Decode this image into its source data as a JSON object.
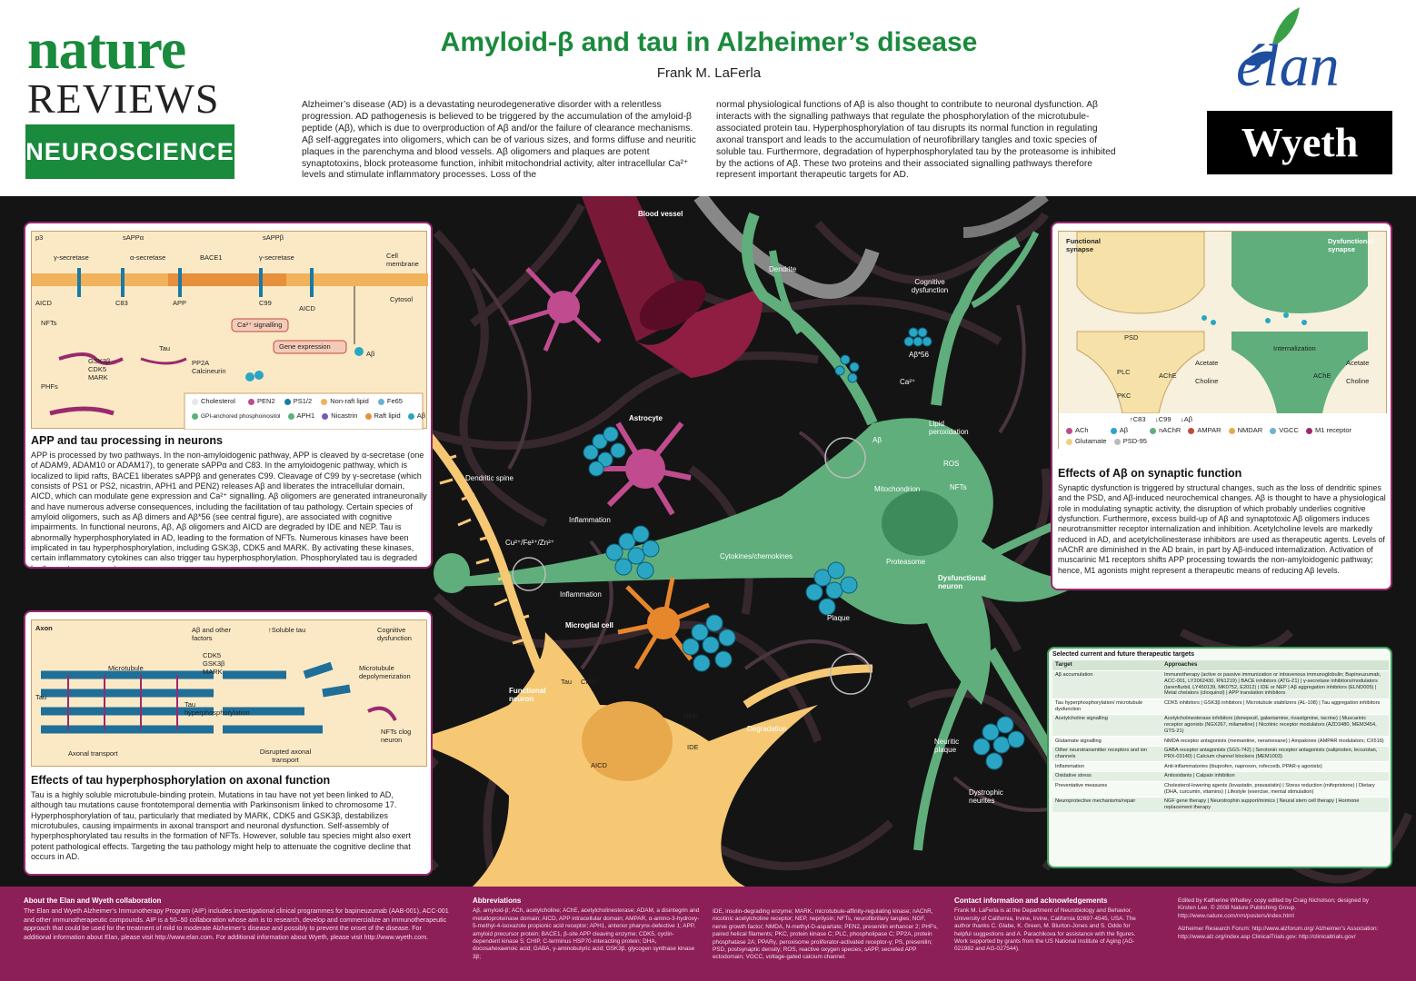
{
  "header": {
    "logo_nature": "nature",
    "logo_reviews": "REVIEWS",
    "logo_neuroscience": "NEUROSCIENCE",
    "title": "Amyloid-β and tau in Alzheimer’s disease",
    "author": "Frank M. LaFerla",
    "intro_col1": "Alzheimer’s disease (AD) is a devastating neurodegenerative disorder with a relentless progression. AD pathogenesis is believed to be triggered by the accumulation of the amyloid-β peptide (Aβ), which is due to overproduction of Aβ and/or the failure of clearance mechanisms. Aβ self-aggregates into oligomers, which can be of various sizes, and forms diffuse and neuritic plaques in the parenchyma and blood vessels. Aβ oligomers and plaques are potent synaptotoxins, block proteasome function, inhibit mitochondrial activity, alter intracellular Ca²⁺ levels and stimulate inflammatory processes. Loss of the",
    "intro_col2": "normal physiological functions of Aβ is also thought to contribute to neuronal dysfunction. Aβ interacts with the signalling pathways that regulate the phosphorylation of the microtubule-associated protein tau. Hyperphosphorylation of tau disrupts its normal function in regulating axonal transport and leads to the accumulation of neurofibrillary tangles and toxic species of soluble tau. Furthermore, degradation of hyperphosphorylated tau by the proteasome is inhibited by the actions of Aβ. These two proteins and their associated signalling pathways therefore represent important therapeutic targets for AD.",
    "logo_elan": "élan",
    "logo_wyeth": "Wyeth"
  },
  "colors": {
    "nature_green": "#1a8a3c",
    "panel_border": "#9a2a6e",
    "footer_bg": "#8c1f57",
    "neuron_green": "#5fae7c",
    "neuron_yellow": "#f6c874",
    "abeta_cyan": "#2aa6c4",
    "dark_bg": "#141414"
  },
  "scene": {
    "blood_vessel": "Blood vessel",
    "dendrite": "Dendrite",
    "cognitive_dysfunction": "Cognitive dysfunction",
    "abeta56": "Aβ*56",
    "ca": "Ca²⁺",
    "lipid_peroxidation": "Lipid peroxidation",
    "abeta": "Aβ",
    "ros": "ROS",
    "mitochondrion": "Mitochondrion",
    "nfts": "NFTs",
    "proteasome": "Proteasome",
    "dysfunctional_neuron": "Dysfunctional neuron",
    "plaque": "Plaque",
    "astrocyte": "Astrocyte",
    "inflammation1": "Inflammation",
    "inflammation2": "Inflammation",
    "dendritic_spine": "Dendritic spine",
    "metals": "Cu²⁺/Fe³⁺/Zn²⁺",
    "cytokines": "Cytokines/chemokines",
    "microglial_cell": "Microglial cell",
    "functional_neuron": "Functional neuron",
    "tau": "Tau",
    "chip": "CHIP",
    "nep": "NEP",
    "degradation": "Degradation",
    "ide": "IDE",
    "aicd": "AICD",
    "neuritic_plaque": "Neuritic plaque",
    "dystrophic_neurites": "Dystrophic neurites"
  },
  "panel_app": {
    "labels": {
      "p3": "p3",
      "sappa": "sAPPα",
      "sappb": "sAPPβ",
      "gamma1": "γ-secretase",
      "alpha": "α-secretase",
      "bace1": "BACE1",
      "gamma2": "γ-secretase",
      "cell_membrane": "Cell membrane",
      "aicd1": "AICD",
      "c83": "C83",
      "app": "APP",
      "c99": "C99",
      "aicd2": "AICD",
      "cytosol": "Cytosol",
      "ca_signalling": "Ca²⁺ signalling",
      "gene_expression": "Gene expression",
      "nfts": "NFTs",
      "tau": "Tau",
      "kinases": "GSK3β\nCDK5\nMARK",
      "pp2a": "PP2A\nCalcineurin",
      "phfs": "PHFs",
      "abeta": "Aβ"
    },
    "legend": [
      "Cholesterol",
      "PEN2",
      "PS1/2",
      "Non-raft lipid",
      "Fe65",
      "GPI-anchored phosphoinositol",
      "APH1",
      "Nicastrin",
      "Raft lipid",
      "Aβ"
    ],
    "title": "APP and tau processing in neurons",
    "text": "APP is processed by two pathways. In the non-amyloidogenic pathway, APP is cleaved by α-secretase (one of ADAM9, ADAM10 or ADAM17), to generate sAPPα and C83. In the amyloidogenic pathway, which is localized to lipid rafts, BACE1 liberates sAPPβ and generates C99. Cleavage of C99 by γ-secretase (which consists of PS1 or PS2, nicastrin, APH1 and PEN2) releases Aβ and liberates the intracellular domain, AICD, which can modulate gene expression and Ca²⁺ signalling. Aβ oligomers are generated intraneuronally and have numerous adverse consequences, including the facilitation of tau pathology. Certain species of amyloid oligomers, such as Aβ dimers and Aβ*56 (see central figure), are associated with cognitive impairments. In functional neurons, Aβ, Aβ oligomers and AICD are degraded by IDE and NEP. Tau is abnormally hyperphosphorylated in AD, leading to the formation of NFTs. Numerous kinases have been implicated in tau hyperphosphorylation, including GSK3β, CDK5 and MARK. By activating these kinases, certain inflammatory cytokines can also trigger tau hyperphosphorylation. Phosphorylated tau is degraded by the proteasome system."
  },
  "panel_tau": {
    "labels": {
      "axon": "Axon",
      "abeta_factors": "Aβ and other factors",
      "kinases": "CDK5\nGSK3β\nMARK",
      "soluble_tau": "↑Soluble tau",
      "cognitive": "Cognitive dysfunction",
      "microtubule": "Microtubule",
      "depolym": "Microtubule depolymerization",
      "tau": "Tau",
      "tau_hyper": "Tau hyperphosphorylation",
      "nfts_clog": "NFTs clog neuron",
      "axonal_transport": "Axonal transport",
      "disrupted": "Disrupted axonal transport"
    },
    "title": "Effects of tau hyperphosphorylation on axonal function",
    "text": "Tau is a highly soluble microtubule-binding protein. Mutations in tau have not yet been linked to AD, although tau mutations cause frontotemporal dementia with Parkinsonism linked to chromosome 17. Hyperphosphorylation of tau, particularly that mediated by MARK, CDK5 and GSK3β, destabilizes microtubules, causing impairments in axonal transport and neuronal dysfunction. Self-assembly of hyperphosphorylated tau results in the formation of NFTs. However, soluble tau species might also exert potent pathological effects. Targeting the tau pathology might help to attenuate the cognitive decline that occurs in AD."
  },
  "panel_synapse": {
    "labels": {
      "functional": "Functional synapse",
      "dysfunctional": "Dysfunctional synapse",
      "psd": "PSD",
      "internalization": "Internalization",
      "plc": "PLC",
      "pkc": "PKC",
      "ache1": "AChE",
      "acetate1": "Acetate",
      "choline1": "Choline",
      "ache2": "AChE",
      "acetate2": "Acetate",
      "choline2": "Choline",
      "c83": "↑C83",
      "c99": "↓C99",
      "ab": "↓Aβ"
    },
    "legend": [
      "ACh",
      "Aβ",
      "nAChR",
      "AMPAR",
      "NMDAR",
      "VGCC",
      "M1 receptor",
      "Glutamate",
      "PSD-95"
    ],
    "title": "Effects of Aβ on synaptic function",
    "text": "Synaptic dysfunction is triggered by structural changes, such as the loss of dendritic spines and the PSD, and Aβ-induced neurochemical changes. Aβ is thought to have a physiological role in modulating synaptic activity, the disruption of which probably underlies cognitive dysfunction. Furthermore, excess build-up of Aβ and synaptotoxic Aβ oligomers induces neurotransmitter receptor internalization and inhibition. Acetylcholine levels are markedly reduced in AD, and acetylcholinesterase inhibitors are used as therapeutic agents. Levels of nAChR are diminished in the AD brain, in part by Aβ-induced internalization. Activation of muscarinic M1 receptors shifts APP processing towards the non-amyloidogenic pathway; hence, M1 agonists might represent a therapeutic means of reducing Aβ levels."
  },
  "targets_table": {
    "title": "Selected current and future therapeutic targets",
    "headers": [
      "Target",
      "Approaches"
    ],
    "rows": [
      [
        "Aβ accumulation",
        "Immunotherapy (active or passive immunization or intravenous immunoglobulin; Bapineuzumab, ACC-001, LY2062430, RN1219) | BACE inhibitors (ATG-Z1) | γ-secretase inhibitors/modulators (tarenflurbil, LY450139, MK0752, E2012) | IDE or NEP | Aβ aggregation inhibitors (ELND005) | Metal chelators (clioquinol) | APP translation inhibitors"
      ],
      [
        "Tau hyperphosphorylation/ microtubule dysfunction",
        "CDK5 inhibitors | GSK3β inhibitors | Microtubule stabilizers (AL-108) | Tau aggregation inhibitors"
      ],
      [
        "Acetylcholine signalling",
        "Acetylcholinesterase inhibitors (donepezil, galantamine, rivastigmine, tacrine) | Muscarinic receptor agonists (NGX267, milameline) | Nicotinic receptor modulators (AZD3480, MEM3454, GTS-21)"
      ],
      [
        "Glutamate signalling",
        "NMDA receptor antagonists (memantine, neramexane) | Ampakines (AMPAR modulators; CX516)"
      ],
      [
        "Other neurotransmitter receptors and ion channels",
        "GABA receptor antagonists (SGS-742) | Serotonin receptor antagonists (xaliproden, lecozotan, PRX-03140) | Calcium channel blockers (MEM1003)"
      ],
      [
        "Inflammation",
        "Anti-inflammatories (ibuprofen, naproxen, rofecoxib, PPAR-γ agonists)"
      ],
      [
        "Oxidative stress",
        "Antioxidants | Calpain inhibition"
      ],
      [
        "Preventative measures",
        "Cholesterol-lowering agents (lovastatin, pravastatin) | Stress reduction (mifepristone) | Dietary (DHA, curcumin, vitamins) | Lifestyle (exercise, mental stimulation)"
      ],
      [
        "Neuroprotective mechanisms/repair",
        "NGF gene therapy | Neurotrophin support/mimics | Neural stem cell therapy | Hormone replacement therapy"
      ]
    ]
  },
  "footer": {
    "about_title": "About the Elan and Wyeth collaboration",
    "about_text": "The Elan and Wyeth Alzheimer’s Immunotherapy Program (AIP) includes investigational clinical programmes for bapineuzumab (AAB-001), ACC-001 and other immunotherapeutic compounds. AIP is a 50–50 collaboration whose aim is to research, develop and commercialize an immunotherapeutic approach that could be used for the treatment of mild to moderate Alzheimer’s disease and possibly to prevent the onset of the disease. For additional information about Elan, please visit http://www.elan.com. For additional information about Wyeth, please visit http://www.wyeth.com.",
    "abbr_title": "Abbreviations",
    "abbr_text1": "Aβ, amyloid-β; ACh, acetylcholine; AChE, acetylcholinesterase; ADAM, a disintegrin and metalloproteinase domain; AICD, APP intracellular domain; AMPAR, α-amino-3-hydroxy-5-methyl-4-isoxazole propionic acid receptor; APH1, anterior pharynx-defective 1; APP, amyloid precursor protein; BACE1, β-site APP cleaving enzyme; CDK5, cyclin-dependent kinase 5; CHIP, C-terminus HSP70-interacting protein; DHA, docosahexaenoic acid; GABA, γ-aminobutyric acid; GSK3β, glycogen synthase kinase 3β;",
    "abbr_text2": "IDE, insulin-degrading enzyme; MARK, microtubule-affinity-regulating kinase; nAChR, nicotinic acetylcholine receptor; NEP, neprilysin; NFTs, neurofibrillary tangles; NGF, nerve growth factor; NMDA, N-methyl-D-aspartate; PEN2, presenilin enhancer 2; PHFs, paired helical filaments; PKC, protein kinase C; PLC, phospholipase C; PP2A, protein phosphatase 2A; PPARγ, peroxisome proliferator-activated receptor-γ; PS, presenilin; PSD, postsynaptic density; ROS, reactive oxygen species; sAPP, secreted APP ectodomain; VGCC, voltage-gated calcium channel.",
    "contact_title": "Contact information and acknowledgements",
    "contact_text": "Frank M. LaFerla is at the Department of Neurobiology and Behavior, University of California, Irvine, Irvine, California 92697-4545, USA. The author thanks C. Glabe, K. Green, M. Blurton-Jones and S. Oddo for helpful suggestions and A. Parachikova for assistance with the figures. Work supported by grants from the US National Institute of Aging (AG-021982 and AG-027544).",
    "credits_text": "Edited by Katherine Whalley; copy edited by Craig Nicholson; designed by Kirsten Lee. © 2008 Nature Publishing Group. http://www.nature.com/nrn/posters/index.html",
    "links_text": "Alzheimer Research Forum: http://www.alzforum.org/ Alzheimer’s Association: http://www.alz.org/index.asp ClinicalTrials.gov: http://clinicaltrials.gov/"
  }
}
